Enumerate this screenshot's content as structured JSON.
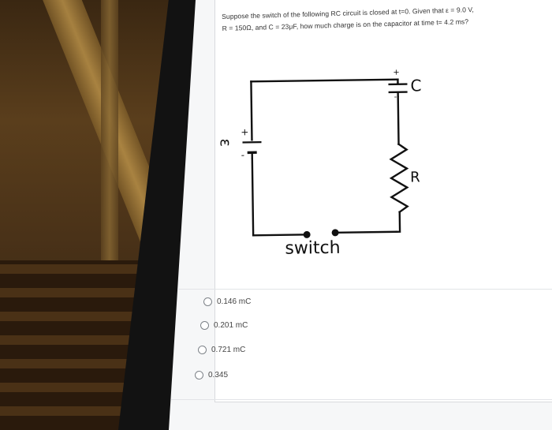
{
  "question": {
    "line1": "Suppose the switch of the following RC circuit is closed at t=0. Given that ε = 9.0 V,",
    "line2": "R = 150Ω, and C = 23μF, how much charge is on the capacitor at time t= 4.2 ms?"
  },
  "circuit": {
    "emf_symbol": "ε",
    "plus": "+",
    "minus": "-",
    "capacitor_label": "C",
    "resistor_label": "R",
    "switch_label": "switch"
  },
  "options": [
    {
      "label": "0.146 mC",
      "selected": false
    },
    {
      "label": "0.201 mC",
      "selected": false
    },
    {
      "label": "0.721 mC",
      "selected": false
    },
    {
      "label": "0.345",
      "selected": false
    }
  ],
  "colors": {
    "screen_bg": "#f6f7f8",
    "text": "#333333",
    "wire": "#111111"
  }
}
